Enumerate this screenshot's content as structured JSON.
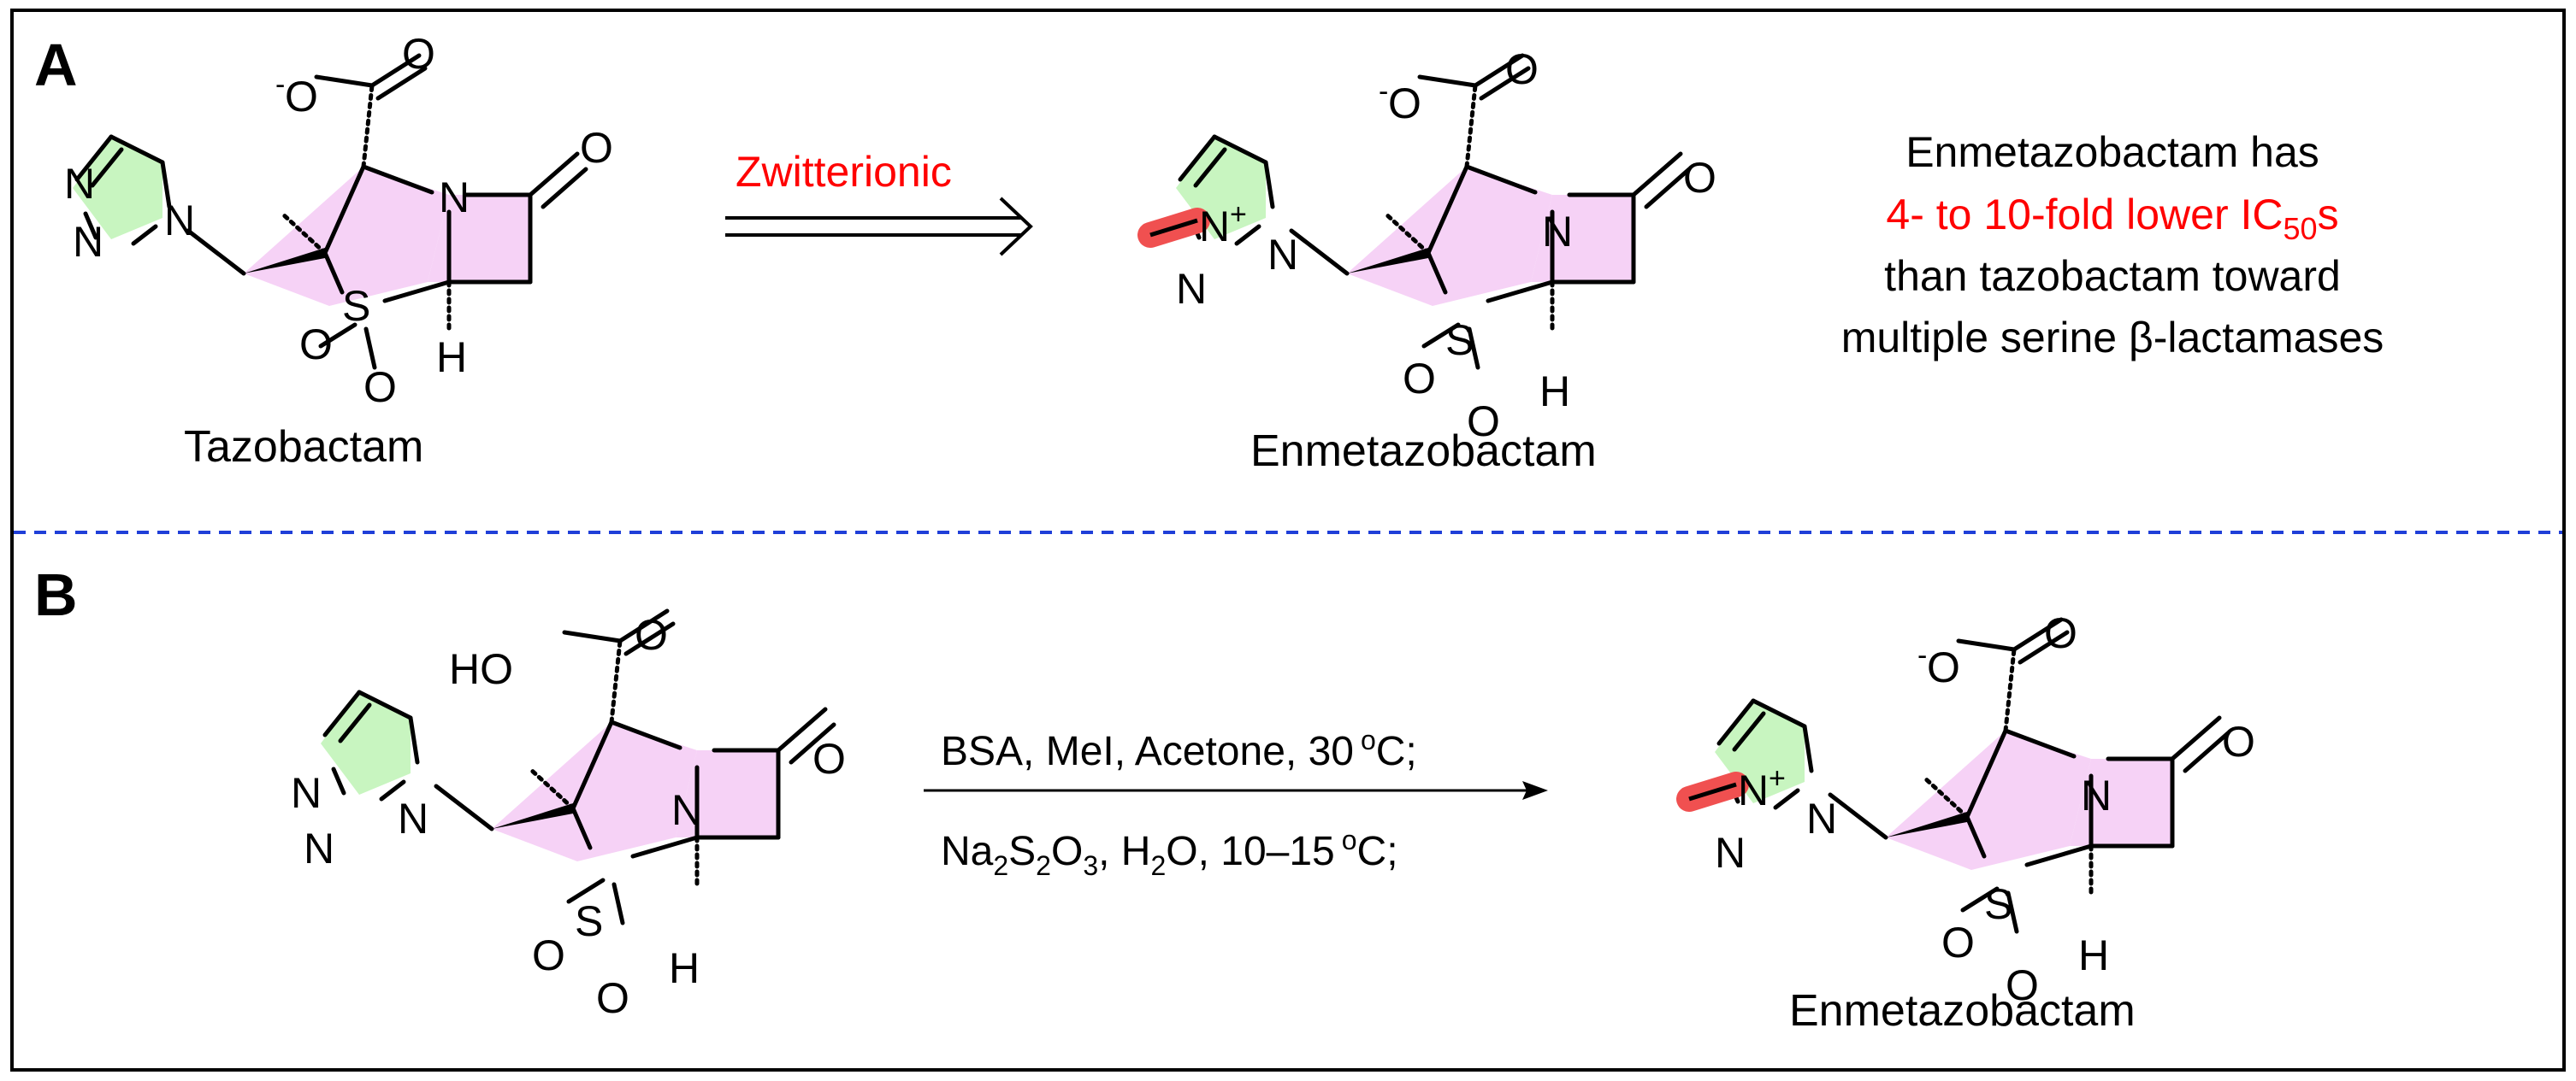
{
  "panels": [
    {
      "id": "A",
      "label": "A"
    },
    {
      "id": "B",
      "label": "B"
    }
  ],
  "panel_a": {
    "reactant_name": "Tazobactam",
    "product_name": "Enmetazobactam",
    "arrow_label": "Zwitterionic",
    "note_line1": "Enmetazobactam has",
    "note_line2_prefix": "4- to 10-fold lower IC",
    "note_line2_sub": "50",
    "note_line2_suffix": "s",
    "note_line3": "than tazobactam toward",
    "note_line4": "multiple serine β-lactamases"
  },
  "panel_b": {
    "product_name": "Enmetazobactam",
    "cond1_text": "BSA, MeI, Acetone, 30",
    "cond1_deg": "o",
    "cond1_tail": "C;",
    "cond2_a": "Na",
    "cond2_sub1": "2",
    "cond2_b": "S",
    "cond2_sub2": "2",
    "cond2_c": "O",
    "cond2_sub3": "3",
    "cond2_d": ", H",
    "cond2_sub4": "2",
    "cond2_e": "O, 10–15",
    "cond2_deg": "o",
    "cond2_tail": "C;"
  },
  "atoms": {
    "carboxylate_minus": "-",
    "carboxylate_O": "O",
    "carbonyl_O": "O",
    "N": "N",
    "S": "S",
    "H": "H",
    "HO": "HO",
    "plus": "+"
  },
  "colors": {
    "triazole_fill": "#c8f5c0",
    "penam_fill": "#f6d2f6",
    "methyl_highlight": "#f05050",
    "accent_red": "#ff0000",
    "divider": "#1f3fd8"
  }
}
